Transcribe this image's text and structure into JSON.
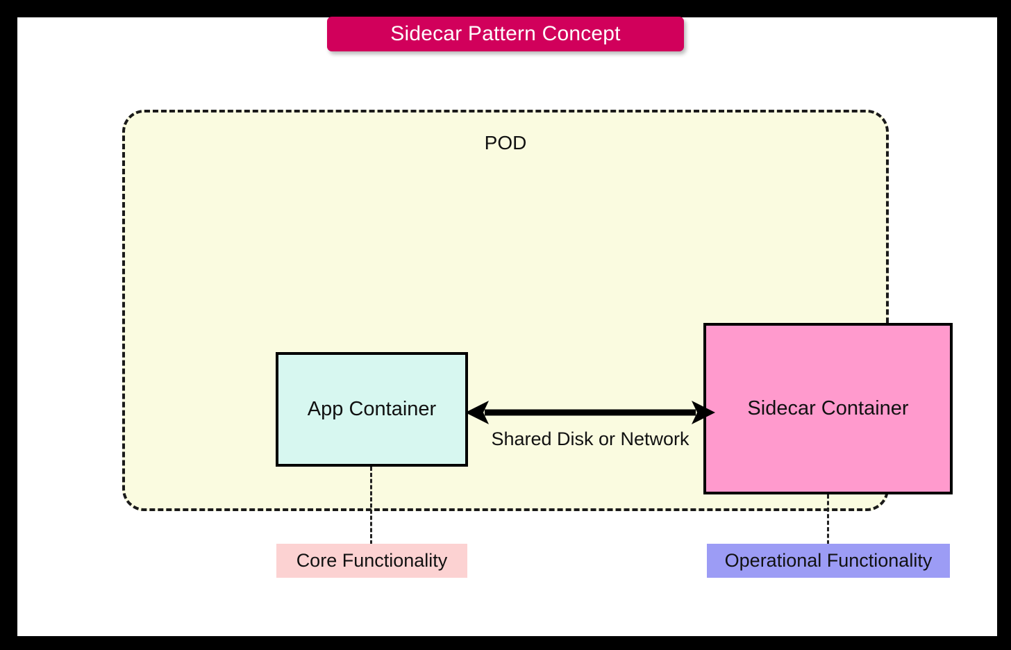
{
  "title": {
    "text": "Sidecar Pattern Concept",
    "background_color": "#d1005b",
    "text_color": "#ffffff"
  },
  "diagram": {
    "pod": {
      "label": "POD",
      "fill_color": "#fafbe0",
      "border_style": "dashed",
      "border_color": "#1a1a1a"
    },
    "containers": [
      {
        "id": "app-container",
        "label": "App Container",
        "fill_color": "#d7f7f0"
      },
      {
        "id": "sidecar-container",
        "label": "Sidecar Container",
        "fill_color": "#ff9acd"
      }
    ],
    "connection": {
      "label": "Shared Disk or Network",
      "arrow_type": "bidirectional",
      "color": "#000000"
    },
    "annotations": [
      {
        "id": "core-functionality",
        "label": "Core Functionality",
        "fill_color": "#fcd2d2",
        "attached_to": "App Container"
      },
      {
        "id": "operational-functionality",
        "label": "Operational Functionality",
        "fill_color": "#9c9cf5",
        "attached_to": "Sidecar Container"
      }
    ]
  }
}
